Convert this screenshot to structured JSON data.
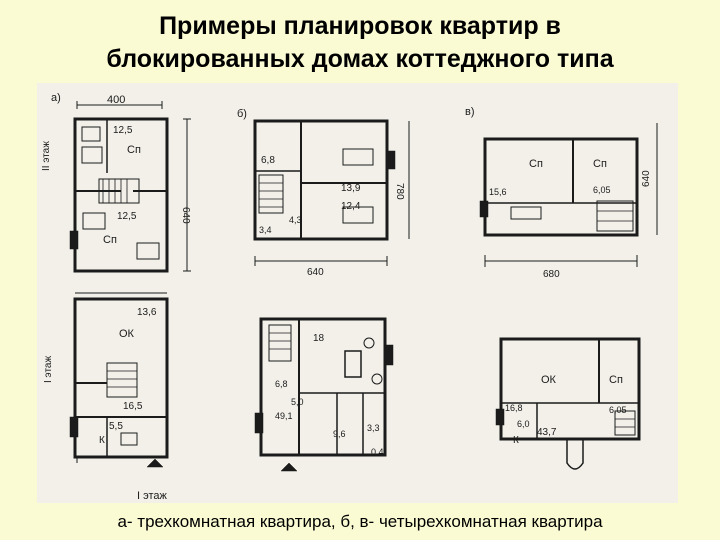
{
  "title": {
    "line1": "Примеры планировок квартир в",
    "line2": "блокированных домах коттеджного типа"
  },
  "caption": "а- трехкомнатная квартира, б, в- четырехкомнатная квартира",
  "plans": {
    "a": {
      "label": "а)",
      "dim_width": "400",
      "dim_height": "640",
      "floor2_label": "II этаж",
      "floor1_label": "I этаж",
      "floor1_bottom": "I этаж",
      "rooms": {
        "r1": "12,5",
        "r1_name": "Сп",
        "r2": "12,5",
        "r2_name": "Сп",
        "r3": "13,6",
        "r3_name": "ОК",
        "r4": "16,5",
        "r5": "5,5",
        "r5_name": "К"
      }
    },
    "b": {
      "label": "б)",
      "dim_width": "640",
      "dim_height": "780",
      "rooms": {
        "r1": "6,8",
        "r2": "13,9",
        "r3": "12,4",
        "r4": "4,3",
        "r5": "3,4",
        "r6": "18",
        "r7": "6,8",
        "r8": "5,0",
        "r9": "49,1",
        "r10": "9,6",
        "r11": "3,3",
        "r12": "0,4"
      }
    },
    "c": {
      "label": "в)",
      "dim_width": "680",
      "dim_height": "640",
      "rooms": {
        "r1_name": "Сп",
        "r2_name": "Сп",
        "r1": "15,6",
        "r2": "6,05",
        "r3_name": "ОК",
        "r4_name": "Сп",
        "r4": "6,05",
        "r5": "16,8",
        "r6": "6,0",
        "r6_name": "К",
        "r7": "43,7"
      }
    }
  },
  "colors": {
    "background": "#fbfbd3",
    "ink": "#1b1b1b",
    "paper": "#f2f0e9"
  }
}
